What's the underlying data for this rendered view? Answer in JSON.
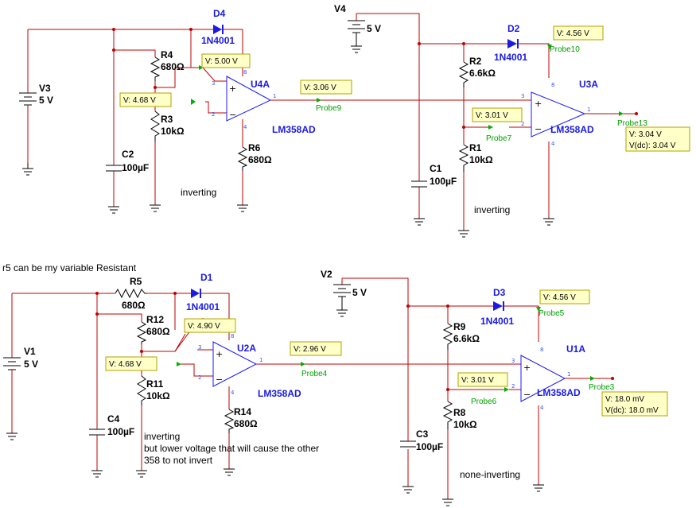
{
  "sources": {
    "V3": "V3",
    "V4": "V4",
    "V1": "V1",
    "V2": "V2",
    "volt": "5 V"
  },
  "resistors": {
    "R4": {
      "name": "R4",
      "val": "680Ω"
    },
    "R3": {
      "name": "R3",
      "val": "10kΩ"
    },
    "R6": {
      "name": "R6",
      "val": "680Ω"
    },
    "R2": {
      "name": "R2",
      "val": "6.6kΩ"
    },
    "R1": {
      "name": "R1",
      "val": "10kΩ"
    },
    "R5": {
      "name": "R5",
      "val": "680Ω"
    },
    "R12": {
      "name": "R12",
      "val": "680Ω"
    },
    "R11": {
      "name": "R11",
      "val": "10kΩ"
    },
    "R14": {
      "name": "R14",
      "val": "680Ω"
    },
    "R9": {
      "name": "R9",
      "val": "6.6kΩ"
    },
    "R8": {
      "name": "R8",
      "val": "10kΩ"
    }
  },
  "capacitors": {
    "C2": {
      "name": "C2",
      "val": "100µF"
    },
    "C1": {
      "name": "C1",
      "val": "100µF"
    },
    "C4": {
      "name": "C4",
      "val": "100µF"
    },
    "C3": {
      "name": "C3",
      "val": "100µF"
    }
  },
  "diodes": {
    "D4": "D4",
    "D2": "D2",
    "D1": "D1",
    "D3": "D3",
    "part": "1N4001"
  },
  "opamps": {
    "U4A": "U4A",
    "U3A": "U3A",
    "U2A": "U2A",
    "U1A": "U1A",
    "part": "LM358AD"
  },
  "pins": {
    "p1": "1",
    "p2": "2",
    "p3": "3",
    "p4": "4",
    "p8": "8"
  },
  "probes": {
    "p9": "Probe9",
    "p10": "Probe10",
    "p7": "Probe7",
    "p13": "Probe13",
    "p4": "Probe4",
    "p5": "Probe5",
    "p6": "Probe6",
    "p3": "Probe3"
  },
  "readings": {
    "r_top_v5": "V: 5.00 V",
    "r_top_468": "V: 4.68 V",
    "r_top_306": "V: 3.06 V",
    "r_top_456": "V: 4.56 V",
    "r_top_301": "V: 3.01 V",
    "r_top_out1": "V: 3.04 V",
    "r_top_out2": "V(dc): 3.04 V",
    "r_bot_490": "V: 4.90 V",
    "r_bot_468": "V: 4.68 V",
    "r_bot_296": "V: 2.96 V",
    "r_bot_456": "V: 4.56 V",
    "r_bot_301": "V: 3.01 V",
    "r_bot_out1": "V: 18.0 mV",
    "r_bot_out2": "V(dc): 18.0 mV"
  },
  "notes": {
    "inv1": "inverting",
    "inv2": "inverting",
    "r5note": "r5 can be my variable Resistant",
    "inv3a": "inverting",
    "inv3b": "but lower voltage that will cause the other",
    "inv3c": "358 to not invert",
    "noninv": "none-inverting"
  }
}
